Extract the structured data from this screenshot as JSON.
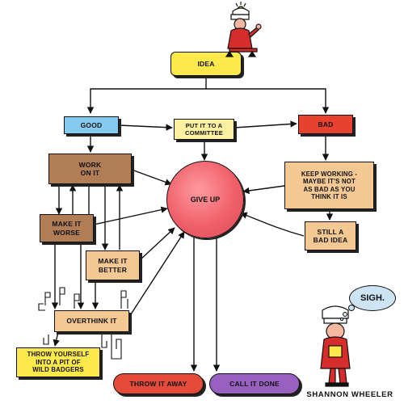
{
  "diagram": {
    "nodes": {
      "idea": "IDEA",
      "good": "GOOD",
      "committee": "PUT IT TO A\nCOMMITTEE",
      "bad": "BAD",
      "work_on_it": "WORK\nON IT",
      "give_up": "GIVE UP",
      "keep_working": "KEEP WORKING -\nMAYBE IT'S NOT\nAS BAD AS YOU\nTHINK IT IS",
      "make_worse": "MAKE IT\nWORSE",
      "still_bad": "STILL A\nBAD IDEA",
      "make_better": "MAKE IT\nBETTER",
      "overthink": "OVERTHINK IT",
      "badgers": "THROW YOURSELF\nINTO A PIT OF\nWILD BADGERS",
      "throw_away": "THROW IT AWAY",
      "call_done": "CALL IT DONE"
    },
    "edges": [
      {
        "from": "idea",
        "to": "good"
      },
      {
        "from": "idea",
        "to": "bad"
      },
      {
        "from": "good",
        "to": "committee"
      },
      {
        "from": "committee",
        "to": "bad"
      },
      {
        "from": "committee",
        "to": "give_up"
      },
      {
        "from": "good",
        "to": "work_on_it"
      },
      {
        "from": "bad",
        "to": "keep_working"
      },
      {
        "from": "work_on_it",
        "to": "give_up"
      },
      {
        "from": "keep_working",
        "to": "give_up"
      },
      {
        "from": "keep_working",
        "to": "still_bad"
      },
      {
        "from": "still_bad",
        "to": "give_up"
      },
      {
        "from": "work_on_it",
        "to": "make_worse"
      },
      {
        "from": "make_worse",
        "to": "work_on_it"
      },
      {
        "from": "work_on_it",
        "to": "make_better"
      },
      {
        "from": "make_better",
        "to": "work_on_it"
      },
      {
        "from": "make_worse",
        "to": "give_up"
      },
      {
        "from": "make_better",
        "to": "give_up"
      },
      {
        "from": "make_worse",
        "to": "overthink"
      },
      {
        "from": "make_better",
        "to": "overthink"
      },
      {
        "from": "work_on_it",
        "to": "overthink"
      },
      {
        "from": "overthink",
        "to": "give_up"
      },
      {
        "from": "overthink",
        "to": "badgers"
      },
      {
        "from": "give_up",
        "to": "throw_away"
      },
      {
        "from": "give_up",
        "to": "call_done"
      }
    ]
  },
  "speech_bubble": "SIGH.",
  "signature": "SHANNON WHEELER",
  "colors": {
    "yellow": "#fde94a",
    "light_blue": "#85cbef",
    "pale_yellow": "#fdf0a0",
    "red": "#e8412f",
    "tan": "#b07d55",
    "light_tan": "#f3c893",
    "pill_red": "#e64a3a",
    "pill_purple": "#9860c0",
    "give_up": "#f0606a"
  }
}
